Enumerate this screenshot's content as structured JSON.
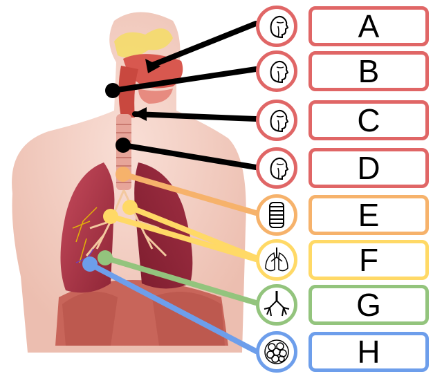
{
  "labels": [
    {
      "letter": "A",
      "icon": "head-airway-icon",
      "color": "#e06666"
    },
    {
      "letter": "B",
      "icon": "head-airway-icon",
      "color": "#e06666"
    },
    {
      "letter": "C",
      "icon": "head-airway-icon",
      "color": "#e06666"
    },
    {
      "letter": "D",
      "icon": "head-airway-icon",
      "color": "#e06666"
    },
    {
      "letter": "E",
      "icon": "trachea-rings-icon",
      "color": "#f6b26b"
    },
    {
      "letter": "F",
      "icon": "lungs-icon",
      "color": "#ffd966"
    },
    {
      "letter": "G",
      "icon": "bronchi-icon",
      "color": "#93c47d"
    },
    {
      "letter": "H",
      "icon": "alveoli-icon",
      "color": "#6d9eeb"
    }
  ]
}
